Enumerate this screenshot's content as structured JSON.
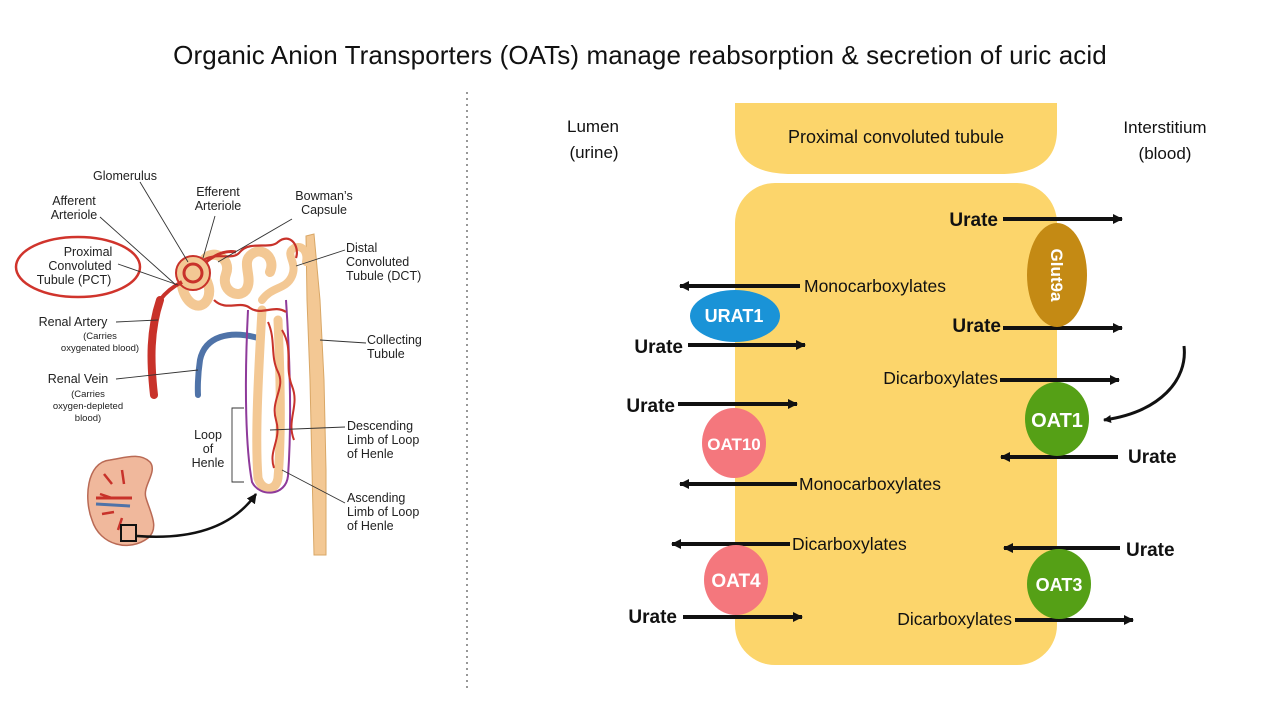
{
  "title": "Organic Anion Transporters (OATs) manage reabsorption & secretion of uric acid",
  "nephron": {
    "labels": {
      "glomerulus": "Glomerulus",
      "afferent_1": "Afferent",
      "afferent_2": "Arteriole",
      "efferent_1": "Efferent",
      "efferent_2": "Arteriole",
      "bowman_1": "Bowman’s",
      "bowman_2": "Capsule",
      "pct_1": "Proximal",
      "pct_2": "Convoluted",
      "pct_3": "Tubule (PCT)",
      "dct_1": "Distal",
      "dct_2": "Convoluted",
      "dct_3": "Tubule (DCT)",
      "renal_artery": "Renal Artery",
      "renal_artery_sub_1": "(Carries",
      "renal_artery_sub_2": "oxygenated blood)",
      "collecting_1": "Collecting",
      "collecting_2": "Tubule",
      "renal_vein": "Renal Vein",
      "renal_vein_sub_1": "(Carries",
      "renal_vein_sub_2": "oxygen-depleted",
      "renal_vein_sub_3": "blood)",
      "loop_1": "Loop",
      "loop_2": "of",
      "loop_3": "Henle",
      "desc_1": "Descending",
      "desc_2": "Limb of Loop",
      "desc_3": "of Henle",
      "asc_1": "Ascending",
      "asc_2": "Limb of Loop",
      "asc_3": "of Henle"
    },
    "colors": {
      "artery": "#c8322a",
      "vein": "#4f73a8",
      "tubule": "#f3c894",
      "highlight": "#d0342c",
      "capillary": "#8e3a9a"
    }
  },
  "cell": {
    "lumen_1": "Lumen",
    "lumen_2": "(urine)",
    "interstitium_1": "Interstitium",
    "interstitium_2": "(blood)",
    "tubule_label": "Proximal convoluted tubule",
    "tubule_color": "#fcd56b"
  },
  "transporters": {
    "urat1": {
      "label": "URAT1",
      "color": "#1a93d7"
    },
    "oat10": {
      "label": "OAT10",
      "color": "#f4777d"
    },
    "oat4": {
      "label": "OAT4",
      "color": "#f4777d"
    },
    "glut9a": {
      "label": "Glut9a",
      "color": "#c48a14"
    },
    "oat1": {
      "label": "OAT1",
      "color": "#55a016"
    },
    "oat3": {
      "label": "OAT3",
      "color": "#55a016"
    }
  },
  "substrates": {
    "urate": "Urate",
    "monocarboxylates": "Monocarboxylates",
    "dicarboxylates": "Dicarboxylates"
  }
}
